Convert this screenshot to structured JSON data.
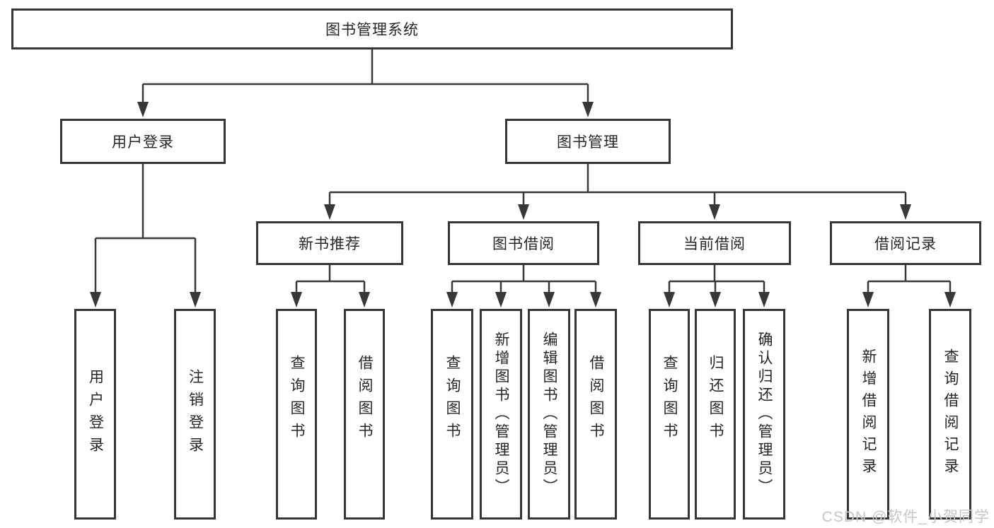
{
  "diagram": {
    "title": "图书管理系统",
    "root": {
      "label": "图书管理系统"
    },
    "level2": [
      {
        "label": "用户登录"
      },
      {
        "label": "图书管理"
      }
    ],
    "level3": [
      {
        "label": "新书推荐"
      },
      {
        "label": "图书借阅"
      },
      {
        "label": "当前借阅"
      },
      {
        "label": "借阅记录"
      }
    ],
    "leaves": {
      "user_login": [
        "用户登录",
        "注销登录"
      ],
      "new_books": [
        "查询图书",
        "借阅图书"
      ],
      "borrowing": [
        "查询图书",
        "新增图书（管理员）",
        "编辑图书（管理员）",
        "借阅图书"
      ],
      "current": [
        "查询图书",
        "归还图书",
        "确认归还（管理员）"
      ],
      "records": [
        "新增借阅记录",
        "查询借阅记录"
      ]
    }
  },
  "watermark": "CSDN @软件_小贺同学",
  "colors": {
    "background": "#ffffff",
    "line": "#383838",
    "box_border": "#363636",
    "text": "#262626",
    "watermark": "#c6c6c6"
  }
}
